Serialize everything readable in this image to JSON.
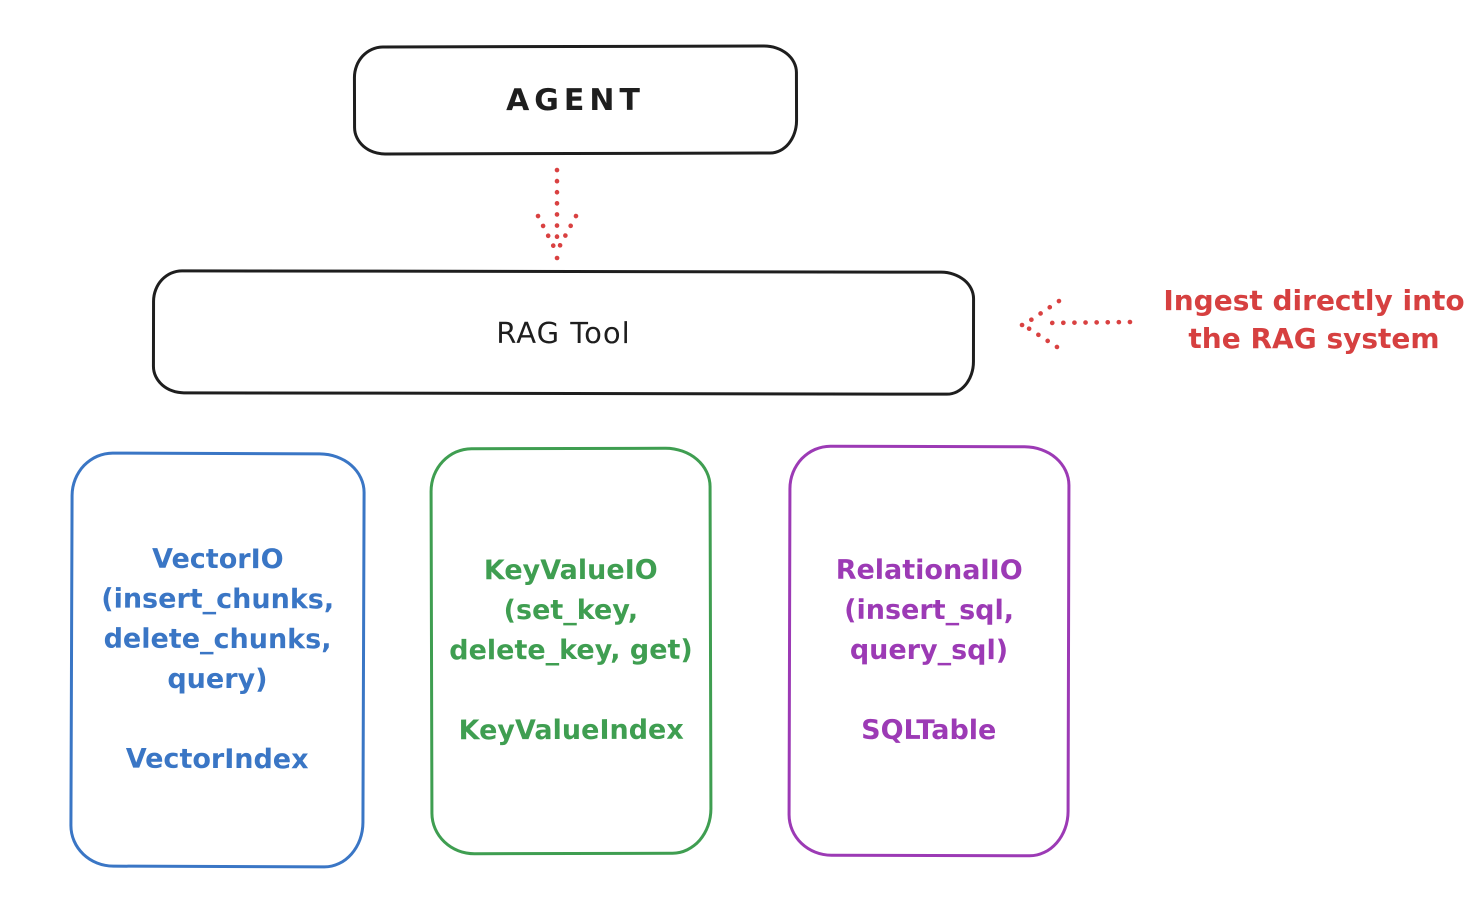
{
  "diagram": {
    "title_hint": "RAG Tool architecture sketch",
    "colors": {
      "ink": "#1e1e1e",
      "red": "#d94141",
      "blue": "#3a76c5",
      "green": "#3f9e51",
      "purple": "#9c3ab5",
      "background": "#ffffff"
    },
    "agent": {
      "label": "AGENT"
    },
    "rag_tool": {
      "label": "RAG Tool"
    },
    "annotation": {
      "line1": "Ingest directly into",
      "line2": "the RAG system"
    },
    "arrows": [
      {
        "name": "agent-to-ragtool",
        "style": "dotted",
        "color": "#d94141",
        "direction": "down"
      },
      {
        "name": "annotation-to-ragtool",
        "style": "dotted",
        "color": "#d94141",
        "direction": "left"
      }
    ],
    "backends": [
      {
        "id": "vector-io",
        "color": "#3a76c5",
        "method_lines": [
          "VectorIO",
          "(insert_chunks,",
          "delete_chunks,",
          "query)"
        ],
        "index_label": "VectorIndex"
      },
      {
        "id": "keyvalue-io",
        "color": "#3f9e51",
        "method_lines": [
          "KeyValueIO",
          "(set_key,",
          "delete_key, get)"
        ],
        "index_label": "KeyValueIndex"
      },
      {
        "id": "relational-io",
        "color": "#9c3ab5",
        "method_lines": [
          "RelationalIO",
          "(insert_sql,",
          "query_sql)"
        ],
        "index_label": "SQLTable"
      }
    ]
  }
}
